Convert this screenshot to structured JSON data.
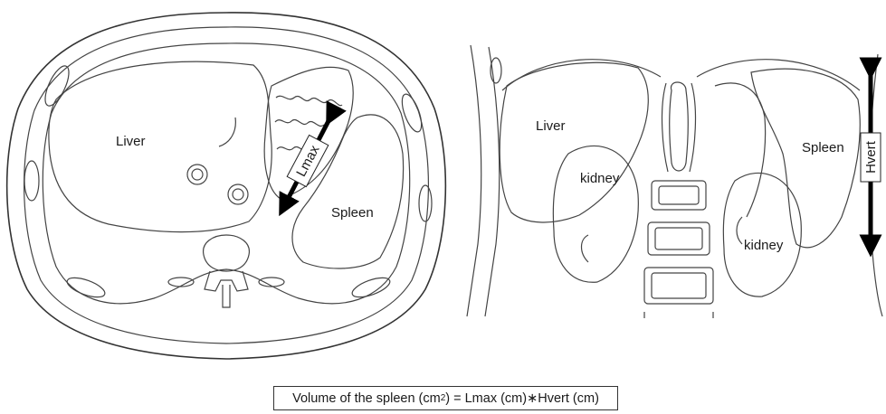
{
  "axial_view": {
    "labels": {
      "liver": "Liver",
      "spleen": "Spleen",
      "lmax": "Lmax"
    }
  },
  "coronal_view": {
    "labels": {
      "liver": "Liver",
      "kidney_left": "kidney",
      "kidney_right": "kidney",
      "spleen": "Spleen",
      "hvert": "Hvert"
    }
  },
  "formula": {
    "prefix": "Volume of the spleen (cm",
    "exponent": "2",
    "suffix": ") = Lmax (cm)∗Hvert (cm)"
  },
  "colors": {
    "line": "#444444",
    "arrow": "#000000",
    "text": "#1a1a1a"
  }
}
